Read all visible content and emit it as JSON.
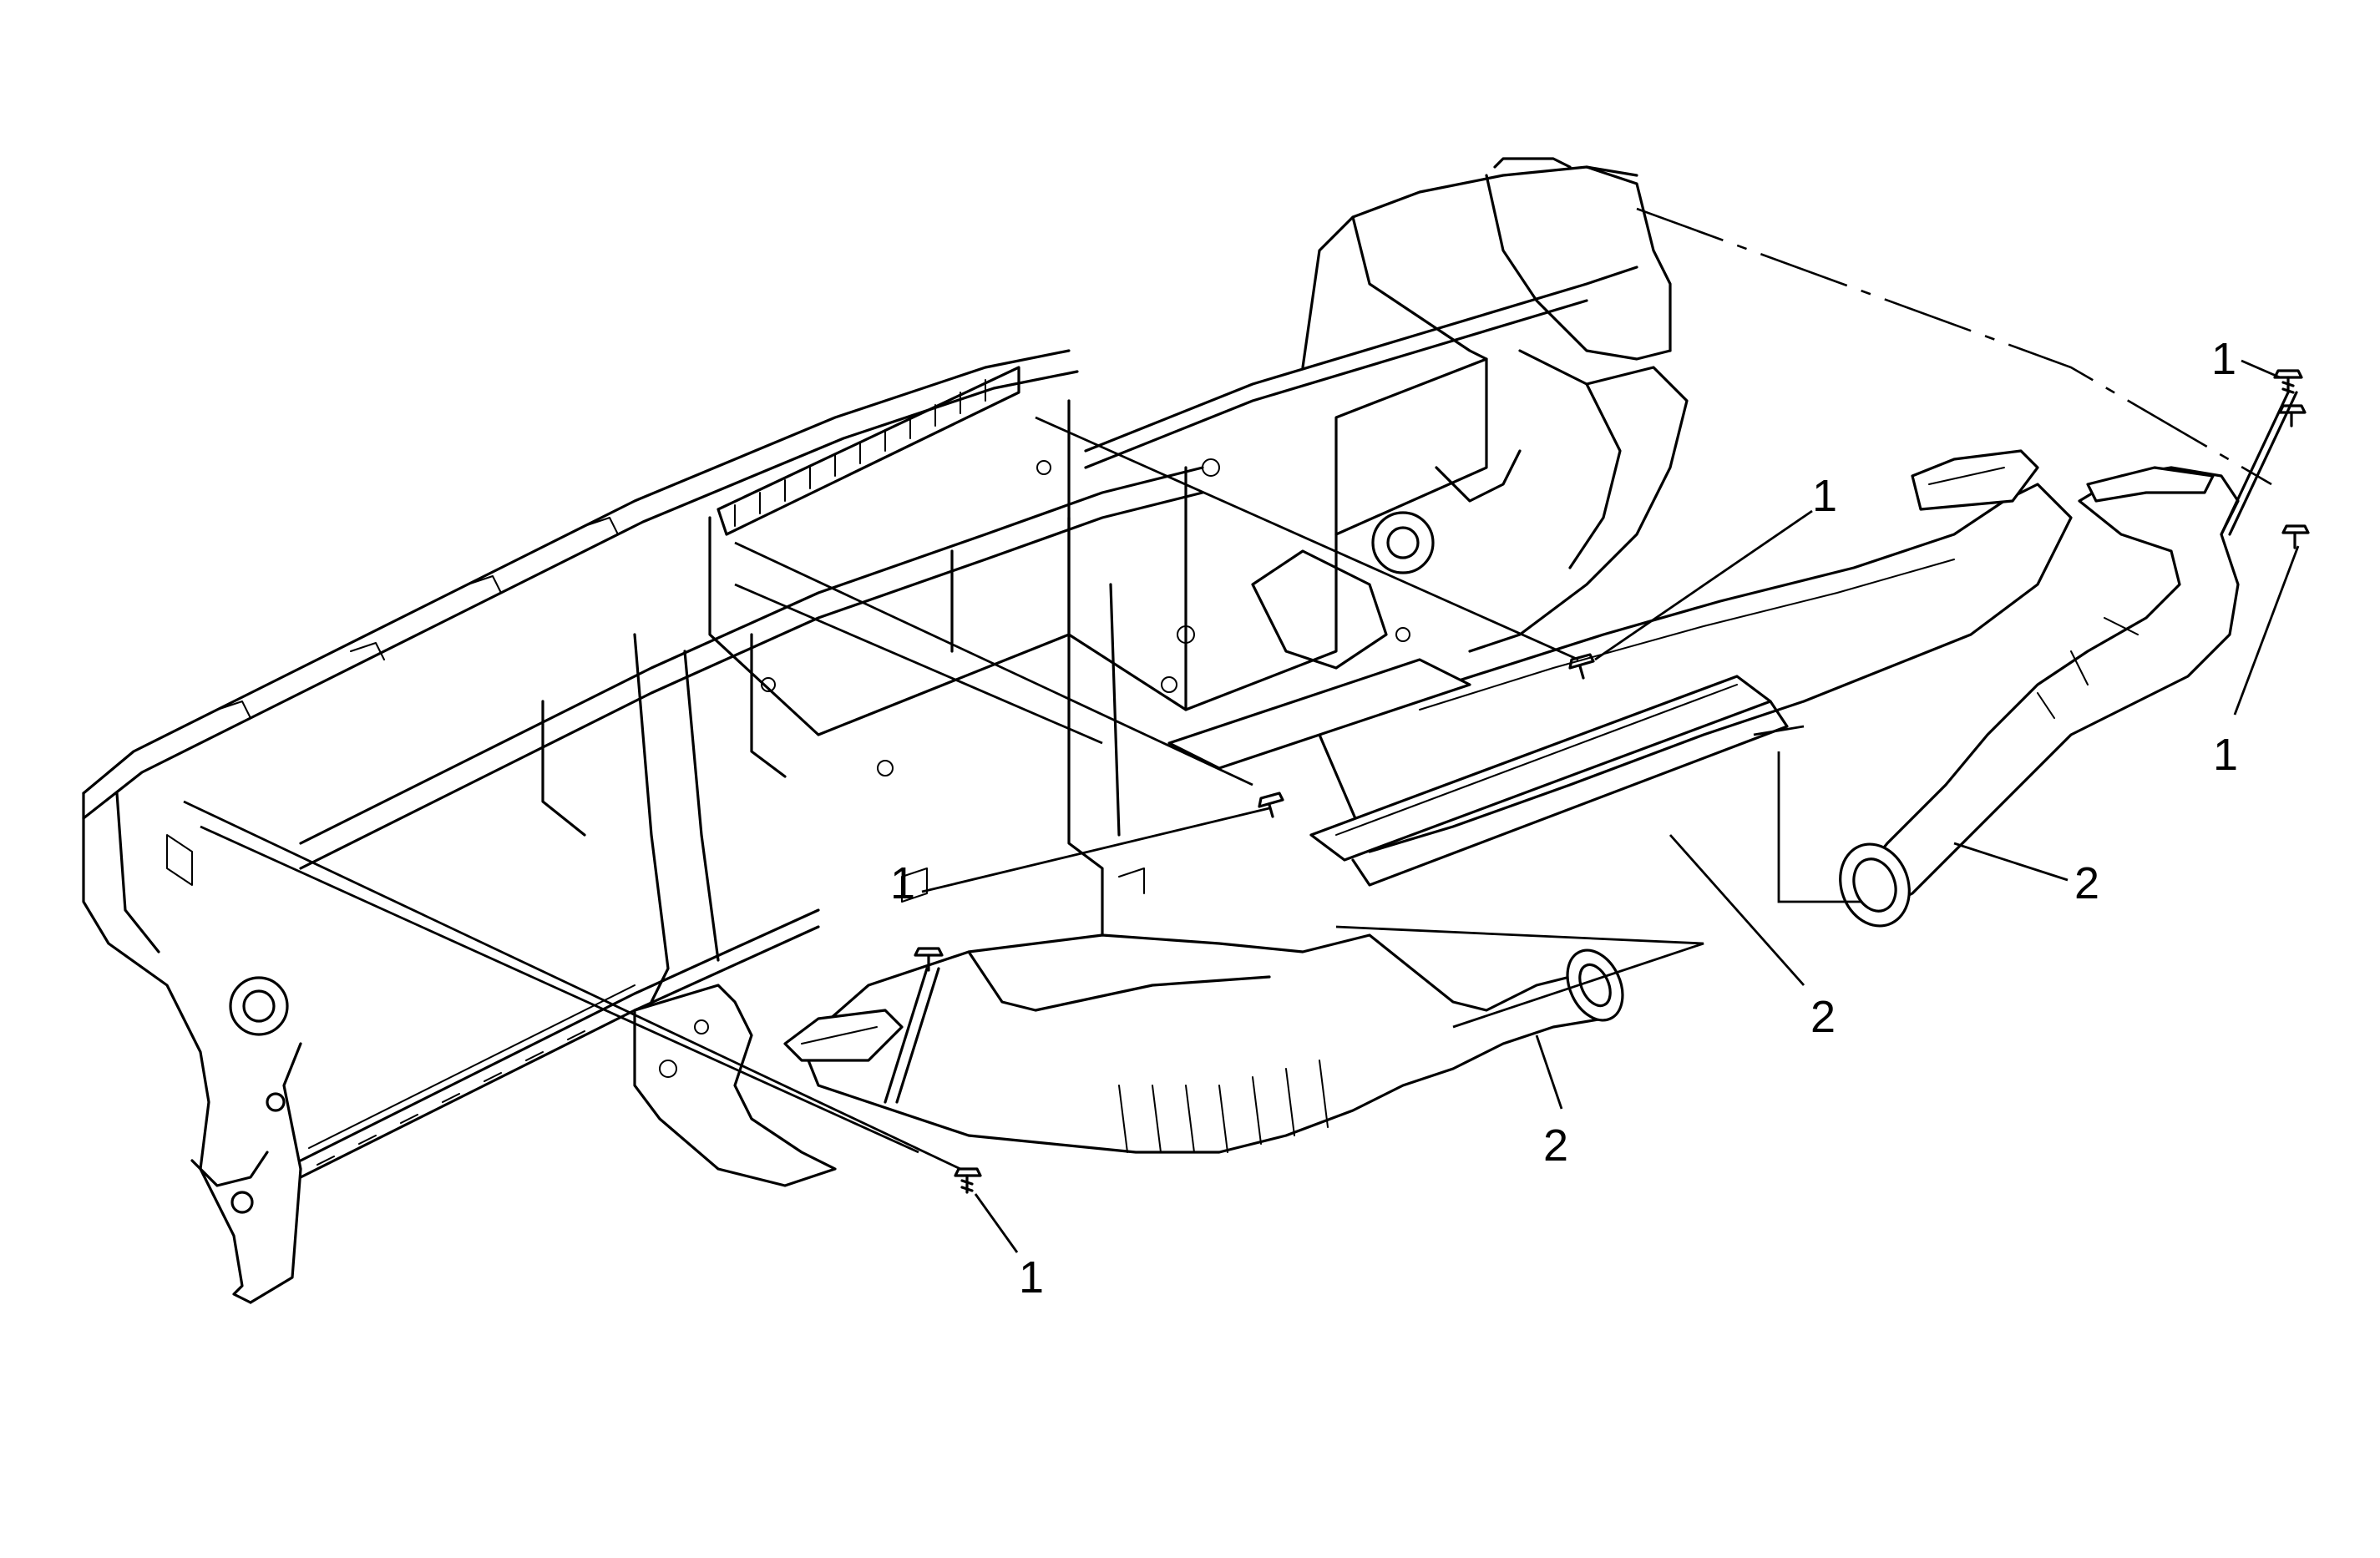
{
  "callouts": [
    {
      "id": "fastener-top-right",
      "label": "1"
    },
    {
      "id": "fastener-mid",
      "label": "1"
    },
    {
      "id": "fastener-right-lower",
      "label": "1"
    },
    {
      "id": "fastener-center-left",
      "label": "1"
    },
    {
      "id": "fastener-bottom",
      "label": "1"
    },
    {
      "id": "duct-right",
      "label": "2"
    },
    {
      "id": "duct-center",
      "label": "2"
    },
    {
      "id": "duct-left",
      "label": "2"
    }
  ]
}
